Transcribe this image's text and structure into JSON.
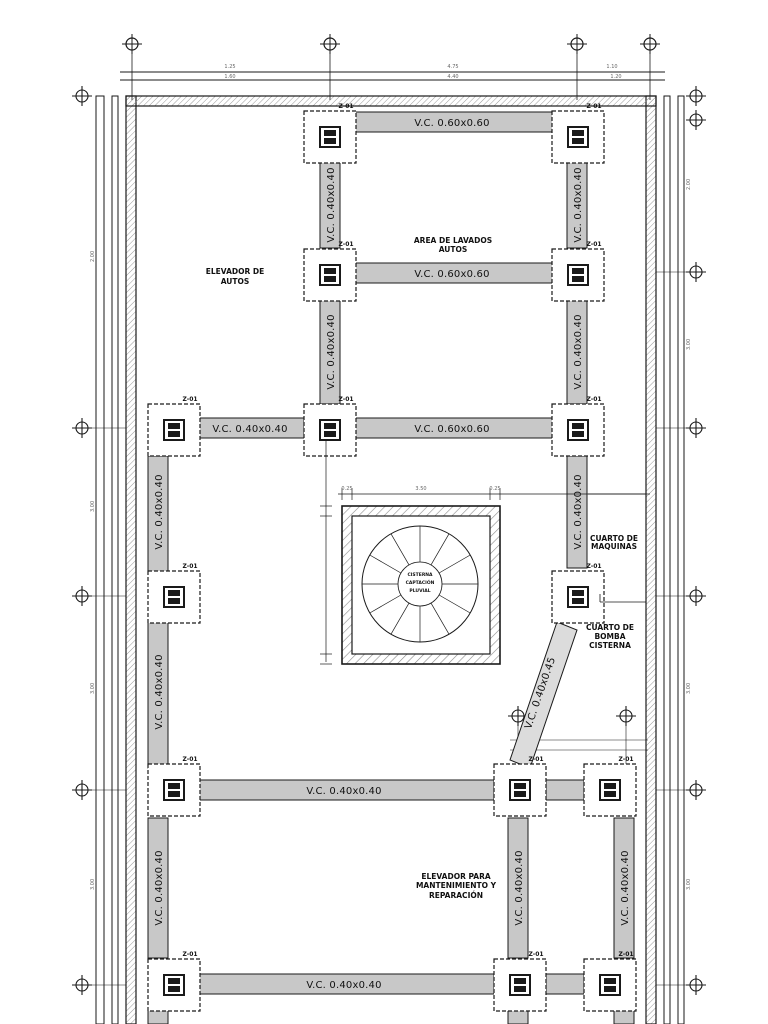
{
  "drawing": {
    "colors": {
      "line": "#1a1a1a",
      "beam_fill": "#c8c8c8",
      "hatch": "#8a8a8a",
      "dim": "#555555",
      "paper": "#ffffff"
    },
    "rooms": {
      "elevador_autos_1": "ELEVADOR DE",
      "elevador_autos_2": "AUTOS",
      "area_lavados_1": "AREA DE LAVADOS",
      "area_lavados_2": "AUTOS",
      "cuarto_maquinas_1": "CUARTO DE",
      "cuarto_maquinas_2": "MAQUINAS",
      "cuarto_bomba_1": "CUARTO DE",
      "cuarto_bomba_2": "BOMBA",
      "cuarto_bomba_3": "CISTERNA",
      "elevador_mant_1": "ELEVADOR PARA",
      "elevador_mant_2": "MANTENIMIENTO Y",
      "elevador_mant_3": "REPARACIÓN"
    },
    "cisterna": {
      "line1": "CISTERNA",
      "line2": "CAPTACIÓN",
      "line3": "PLUVIAL"
    },
    "beams": {
      "top": "V.C. 0.60x0.60",
      "mid_upper": "V.C. 0.60x0.60",
      "mid_left": "V.C. 0.40x0.40",
      "mid_right": "V.C. 0.60x0.60",
      "lower": "V.C. 0.40x0.40",
      "bottom": "V.C. 0.40x0.40",
      "v_upper_left": "V.C. 0.40x0.40",
      "v_upper_right": "V.C. 0.40x0.40",
      "v_mid_left": "V.C. 0.40x0.40",
      "v_mid_right": "V.C. 0.40x0.40",
      "v_left_a": "V.C. 0.40x0.40",
      "v_left_b": "V.C. 0.40x0.40",
      "v_left_c": "V.C. 0.40x0.40",
      "v_right_c": "V.C. 0.40x0.40",
      "v_center_c": "V.C. 0.40x0.40",
      "v_center_b": "V.C. 0.40x0.40",
      "diagonal": "V.C. 0.40x0.45"
    },
    "zapata_label": "Z-01",
    "dims_top": [
      "1.25",
      "4.75",
      "1.10"
    ],
    "dims_top2": [
      "1.60",
      "4.40",
      "1.20"
    ],
    "dims_cist": [
      "0.25",
      "3.50",
      "0.25"
    ],
    "dims_right": [
      "2.00",
      "3.00",
      "3.00",
      "3.00"
    ]
  }
}
